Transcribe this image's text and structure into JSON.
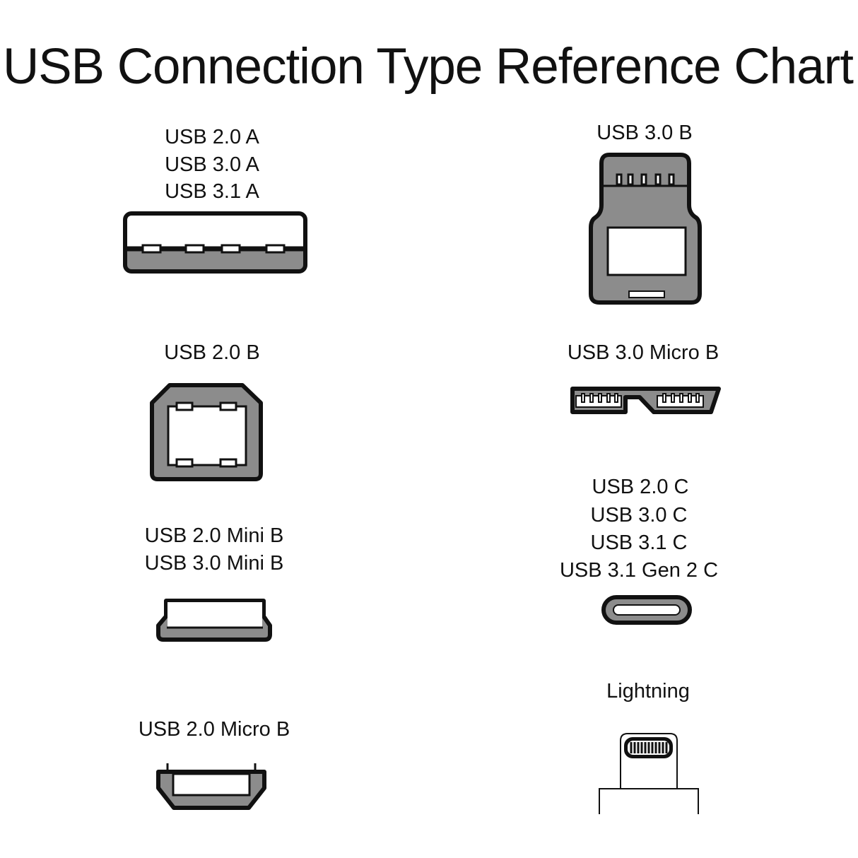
{
  "title": "USB Connection Type Reference Chart",
  "connectors": {
    "usb_a": {
      "labels": [
        "USB 2.0 A",
        "USB 3.0 A",
        "USB 3.1 A"
      ]
    },
    "usb3_b": {
      "labels": [
        "USB 3.0 B"
      ]
    },
    "usb2_b": {
      "labels": [
        "USB 2.0 B"
      ]
    },
    "usb3_micro_b": {
      "labels": [
        "USB 3.0 Micro B"
      ]
    },
    "mini_b": {
      "labels": [
        "USB 2.0 Mini B",
        "USB 3.0 Mini B"
      ]
    },
    "usb_c": {
      "labels": [
        "USB 2.0 C",
        "USB 3.0 C",
        "USB 3.1 C",
        "USB 3.1 Gen 2 C"
      ]
    },
    "micro_b": {
      "labels": [
        "USB 2.0 Micro B"
      ]
    },
    "lightning": {
      "labels": [
        "Lightning"
      ]
    }
  },
  "colors": {
    "outline": "#111111",
    "fill": "#8c8c8c",
    "background": "#ffffff"
  }
}
